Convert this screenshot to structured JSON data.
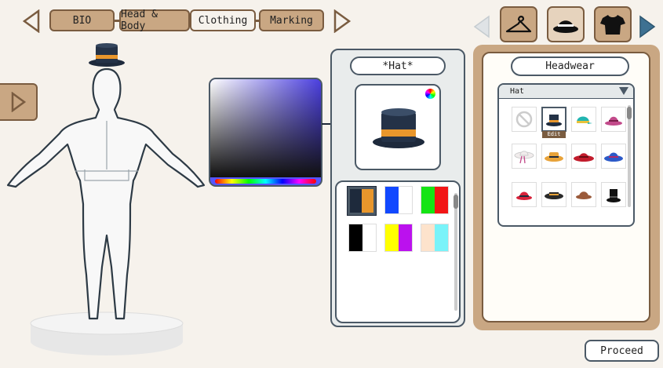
{
  "tabs": [
    {
      "label": "BIO",
      "active": false
    },
    {
      "label": "Head & Body",
      "active": false
    },
    {
      "label": "Clothing",
      "active": true
    },
    {
      "label": "Marking",
      "active": false
    }
  ],
  "item_panel": {
    "item_label": "*Hat*"
  },
  "swatches": [
    {
      "colors": [
        "#1e2a3c",
        "#e8962c"
      ],
      "selected": true
    },
    {
      "colors": [
        "#1148ff",
        "#ffffff"
      ],
      "selected": false
    },
    {
      "colors": [
        "#14e414",
        "#f21515"
      ],
      "selected": false
    },
    {
      "colors": [
        "#000000",
        "#ffffff"
      ],
      "selected": false
    },
    {
      "colors": [
        "#ffff00",
        "#bb11ee"
      ],
      "selected": false
    },
    {
      "colors": [
        "#fde3cc",
        "#79f3f9"
      ],
      "selected": false
    }
  ],
  "categories": [
    {
      "icon": "hanger-icon",
      "active": false
    },
    {
      "icon": "hat-icon",
      "active": true
    },
    {
      "icon": "shirt-icon",
      "active": false
    }
  ],
  "headwear_panel": {
    "title": "Headwear",
    "dropdown_value": "Hat",
    "edit_label": "Edit",
    "items": [
      {
        "icon": "none-icon",
        "color": "#cccccc",
        "selected": false
      },
      {
        "icon": "top-hat-icon",
        "color": "#1e2a3c",
        "selected": true
      },
      {
        "icon": "cap-icon",
        "color": "#22b5b0",
        "selected": false
      },
      {
        "icon": "bucket-hat-icon",
        "color": "#c24a8a",
        "selected": false
      },
      {
        "icon": "sun-hat-icon",
        "color": "#f1ecec",
        "selected": false
      },
      {
        "icon": "boater-hat-icon",
        "color": "#e8a33a",
        "selected": false
      },
      {
        "icon": "wide-brim-hat-icon",
        "color": "#c21c2c",
        "selected": false
      },
      {
        "icon": "fedora-icon",
        "color": "#2c5ac8",
        "selected": false
      },
      {
        "icon": "cloche-hat-icon",
        "color": "#d8223a",
        "selected": false
      },
      {
        "icon": "flat-hat-icon",
        "color": "#2a2a2a",
        "selected": false
      },
      {
        "icon": "derby-hat-icon",
        "color": "#9a5a3a",
        "selected": false
      },
      {
        "icon": "tall-hat-icon",
        "color": "#111111",
        "selected": false
      }
    ]
  },
  "proceed_label": "Proceed",
  "accent_colors": {
    "brown": "#7a5c40",
    "tan": "#c9a783",
    "slate": "#4b5966"
  }
}
